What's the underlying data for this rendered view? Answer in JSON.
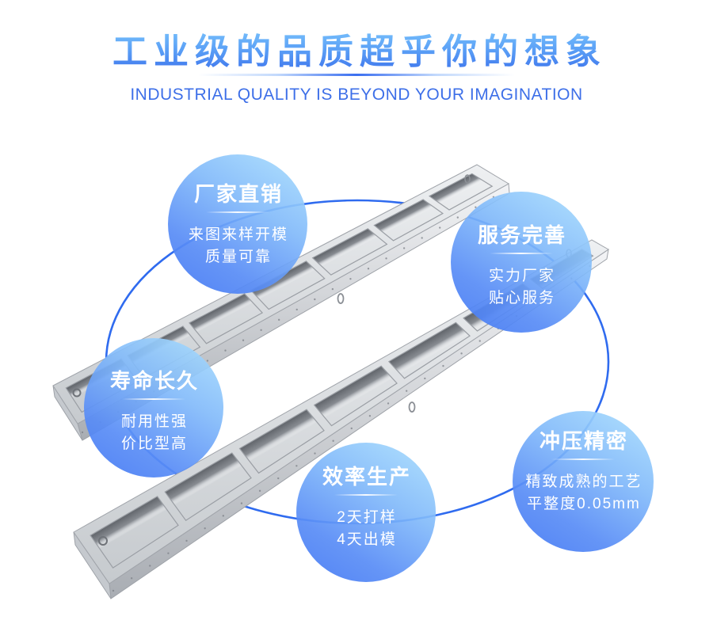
{
  "header": {
    "title": "工业级的品质超乎你的想象",
    "subtitle": "INDUSTRIAL QUALITY IS BEYOND YOUR IMAGINATION"
  },
  "bubbles": [
    {
      "title": "厂家直销",
      "lines": [
        "来图来样开模",
        "质量可靠"
      ]
    },
    {
      "title": "服务完善",
      "lines": [
        "实力厂家",
        "贴心服务"
      ]
    },
    {
      "title": "寿命长久",
      "lines": [
        "耐用性强",
        "价比型高"
      ]
    },
    {
      "title": "效率生产",
      "lines": [
        "2天打样",
        "4天出模"
      ]
    },
    {
      "title": "冲压精密",
      "lines": [
        "精致成熟的工艺",
        "平整度0.05mm"
      ]
    }
  ],
  "colors": {
    "accent_blue": "#3b6ff0",
    "ring_blue": "#2f6bef",
    "bubble_light": "#ace0fd",
    "bubble_dark": "#467af3",
    "frame_silver": "#d9dce0"
  },
  "product": {
    "icon": "stamped-metal-frame-illustration",
    "count": 2
  }
}
